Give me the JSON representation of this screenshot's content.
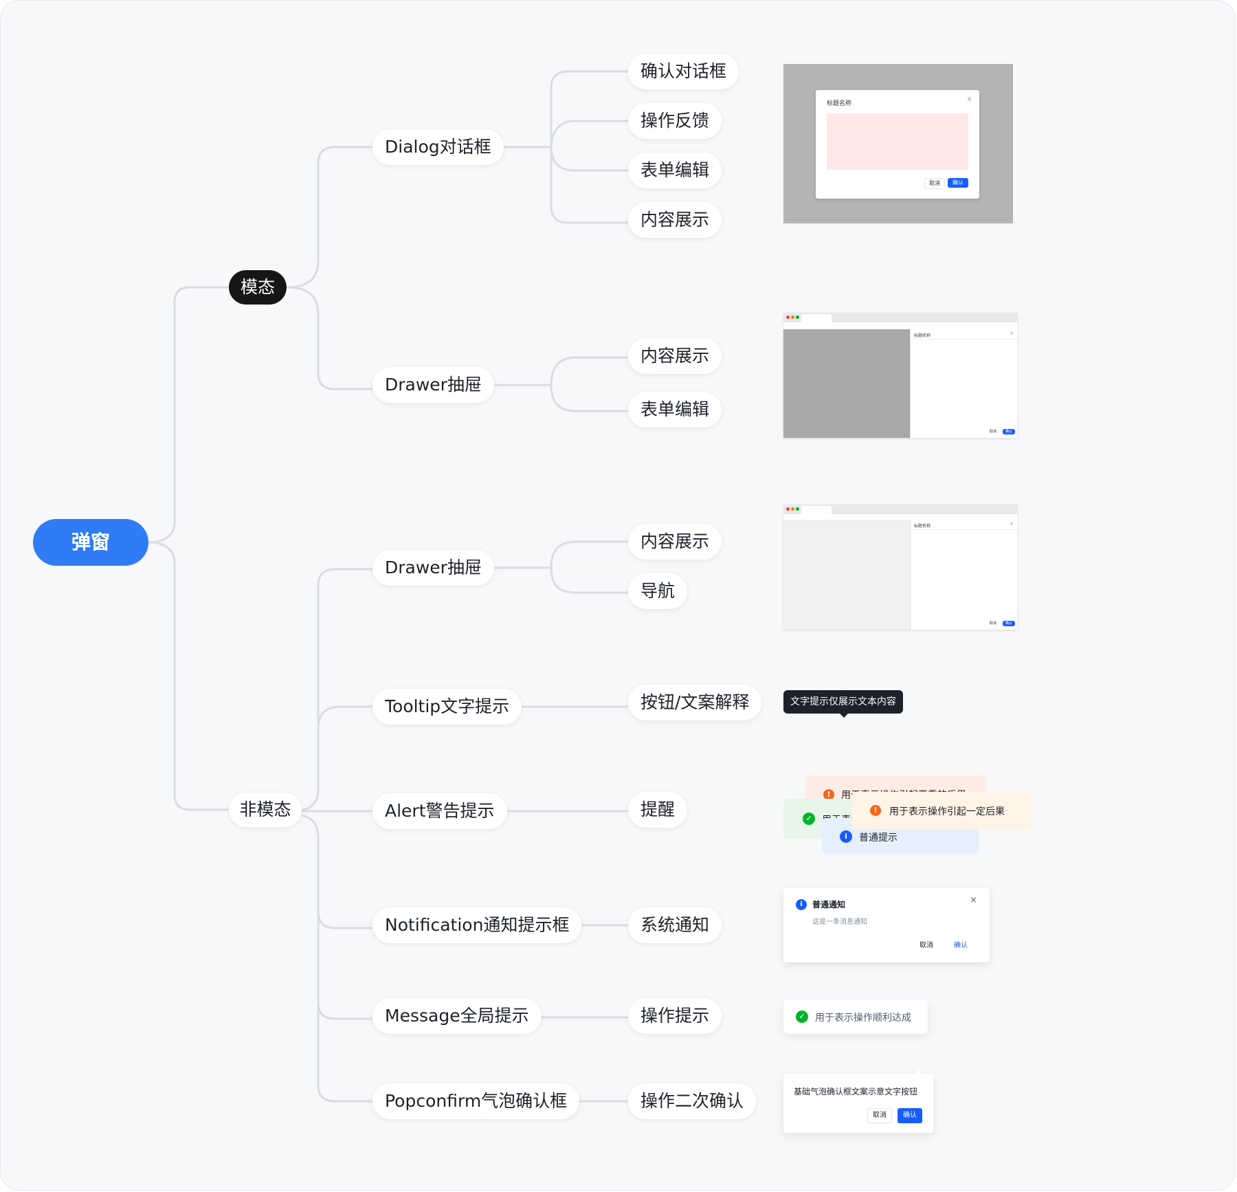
{
  "root": "弹窗",
  "modal": {
    "label": "模态",
    "dialog": {
      "label": "Dialog对话框",
      "items": [
        "确认对话框",
        "操作反馈",
        "表单编辑",
        "内容展示"
      ]
    },
    "drawer": {
      "label": "Drawer抽屉",
      "items": [
        "内容展示",
        "表单编辑"
      ]
    }
  },
  "nonmodal": {
    "label": "非模态",
    "drawer": {
      "label": "Drawer抽屉",
      "items": [
        "内容展示",
        "导航"
      ]
    },
    "tooltip": {
      "label": "Tooltip文字提示",
      "item": "按钮/文案解释"
    },
    "alert": {
      "label": "Alert警告提示",
      "item": "提醒"
    },
    "notification": {
      "label": "Notification通知提示框",
      "item": "系统通知"
    },
    "message": {
      "label": "Message全局提示",
      "item": "操作提示"
    },
    "popconfirm": {
      "label": "Popconfirm气泡确认框",
      "item": "操作二次确认"
    }
  },
  "previews": {
    "dialog": {
      "title": "标题名称",
      "close": "×",
      "cancel": "取消",
      "confirm": "确认"
    },
    "drawer_modal": {
      "title": "标题名称",
      "close": "×",
      "cancel": "取消",
      "confirm": "确认"
    },
    "drawer_nonmodal": {
      "title": "标题名称",
      "close": "×",
      "cancel": "取消",
      "confirm": "确认"
    },
    "tooltip": {
      "text": "文字提示仅展示文本内容"
    },
    "alert": {
      "error_text": "用于表示操作引起严重的后果",
      "success_text": "用于表示操作顺利达成",
      "warning_text": "用于表示操作引起一定后果",
      "info_text": "普通提示"
    },
    "notification": {
      "title": "普通通知",
      "desc": "这是一条消息通知",
      "close": "×",
      "cancel": "取消",
      "confirm": "确认"
    },
    "message": {
      "text": "用于表示操作顺利达成"
    },
    "popconfirm": {
      "text": "基础气泡确认框文案示意文字按钮",
      "cancel": "取消",
      "confirm": "确认"
    }
  },
  "colors": {
    "accent": "#2f7cf6",
    "primary_button": "#165dff",
    "success": "#00b42a",
    "warning": "#ff7d00",
    "error": "#f53f3f",
    "line": "#d9dce1"
  }
}
